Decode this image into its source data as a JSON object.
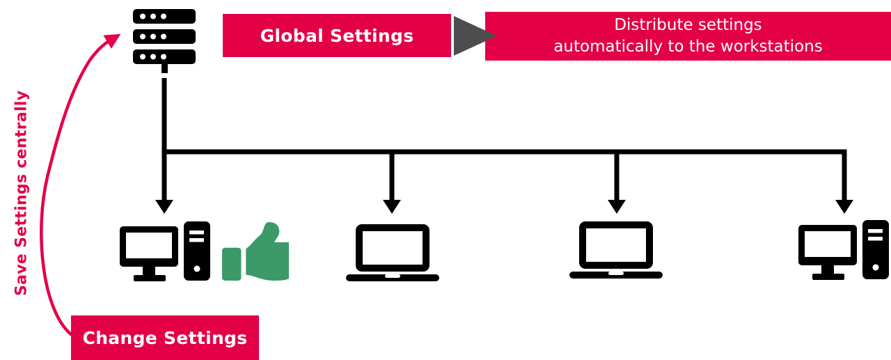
{
  "labels": {
    "save_centrally": "Save Settings centrally",
    "global_settings": "Global Settings",
    "distribute_line1": "Distribute settings",
    "distribute_line2": "automatically to the workstations",
    "change_settings": "Change Settings"
  },
  "colors": {
    "red": "#E40046",
    "green": "#3B9A68",
    "gray": "#4D4D4D",
    "black": "#000000"
  },
  "icons": {
    "server": "server-icon",
    "flow_arrow": "right-triangle-icon",
    "approval_badge": "thumbs-up-icon",
    "workstations": [
      "desktop-computer-icon",
      "laptop-icon",
      "laptop-icon",
      "desktop-computer-icon"
    ]
  }
}
